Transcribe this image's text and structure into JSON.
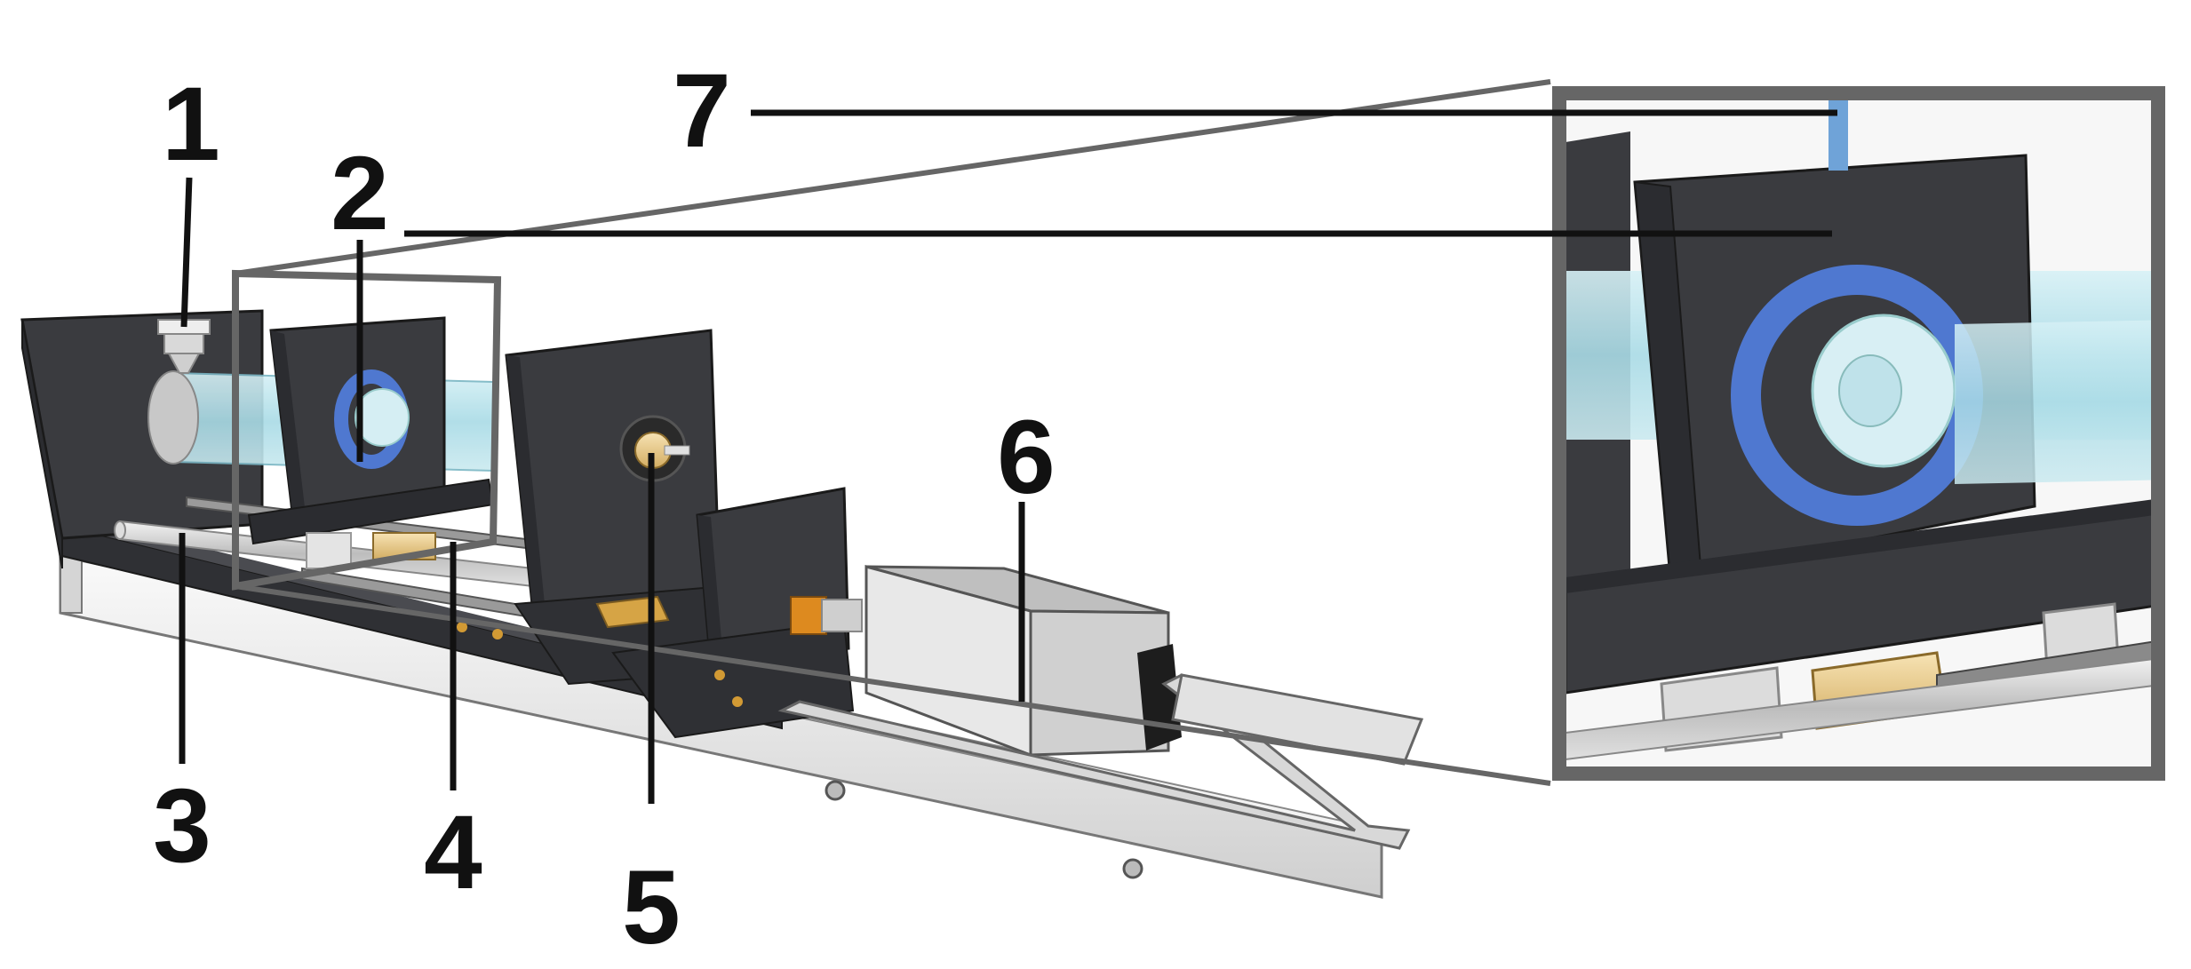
{
  "labels": {
    "l1": "1",
    "l2": "2",
    "l3": "3",
    "l4": "4",
    "l5": "5",
    "l6": "6",
    "l7": "7"
  },
  "colors": {
    "housing_dark": "#3a3b3f",
    "housing_side": "#2b2c30",
    "rail_light": "#e6e6e6",
    "glass_tube": "#bfe6ee",
    "blue_ring": "#4f78d0",
    "brass": "#e8c98a",
    "zoom_frame": "#666666",
    "leader_line": "#111111"
  }
}
